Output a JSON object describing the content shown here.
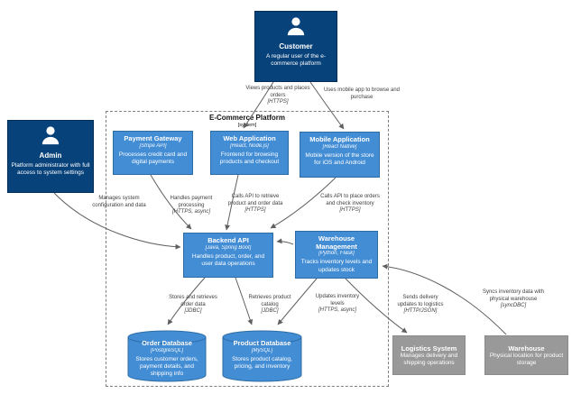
{
  "diagram": {
    "colors": {
      "person": "#08427b",
      "container": "#438dd5",
      "external": "#999999",
      "line": "#606060"
    },
    "boundary": {
      "title": "E-Commerce Platform",
      "subtitle": "[system]"
    },
    "nodes": {
      "customer": {
        "title": "Customer",
        "desc": "A regular user of the e-commerce platform"
      },
      "admin": {
        "title": "Admin",
        "desc": "Platform administrator with full access to system settings"
      },
      "payment_gateway": {
        "title": "Payment Gateway",
        "tech": "[Stripe API]",
        "desc": "Processes credit card and digital payments"
      },
      "web_app": {
        "title": "Web Application",
        "tech": "[React, Node.js]",
        "desc": "Frontend for browsing products and checkout"
      },
      "mobile_app": {
        "title": "Mobile Application",
        "tech": "[React Native]",
        "desc": "Mobile version of the store for iOS and Android"
      },
      "backend_api": {
        "title": "Backend API",
        "tech": "[Java, Spring Boot]",
        "desc": "Handles product, order, and user data operations"
      },
      "warehouse_mgmt": {
        "title": "Warehouse Management",
        "tech": "[Python, Flask]",
        "desc": "Tracks inventory levels and updates stock"
      },
      "order_db": {
        "title": "Order Database",
        "tech": "[PostgreSQL]",
        "desc": "Stores customer orders, payment details, and shipping info"
      },
      "product_db": {
        "title": "Product Database",
        "tech": "[MySQL]",
        "desc": "Stores product catalog, pricing, and inventory"
      },
      "logistics": {
        "title": "Logistics System",
        "desc": "Manages delivery and shipping operations"
      },
      "warehouse": {
        "title": "Warehouse",
        "desc": "Physical location for product storage"
      }
    },
    "edges": {
      "customer_web": {
        "label": "Views products and places orders",
        "tech": "[HTTPS]"
      },
      "customer_mobile": {
        "label": "Uses mobile app to browse and purchase",
        "tech": ""
      },
      "admin_backend": {
        "label": "Manages system configuration and data",
        "tech": ""
      },
      "payment_backend": {
        "label": "Handles payment processing",
        "tech": "[HTTPS, async]"
      },
      "web_backend": {
        "label": "Calls API to retrieve product and order data",
        "tech": "[HTTPS]"
      },
      "mobile_backend": {
        "label": "Calls API to place orders and check inventory",
        "tech": "[HTTPS]"
      },
      "backend_orderdb": {
        "label": "Stores and retrieves order data",
        "tech": "[JDBC]"
      },
      "backend_productdb": {
        "label": "Retrieves product catalog",
        "tech": "[JDBC]"
      },
      "wm_productdb": {
        "label": "Updates inventory levels",
        "tech": "[HTTPS, async]"
      },
      "wm_logistics": {
        "label": "Sends delivery updates to logistics",
        "tech": "[HTTP/JSON]"
      },
      "warehouse_wm": {
        "label": "Syncs inventory data with physical warehouse",
        "tech": "[syncDBC]"
      }
    }
  }
}
